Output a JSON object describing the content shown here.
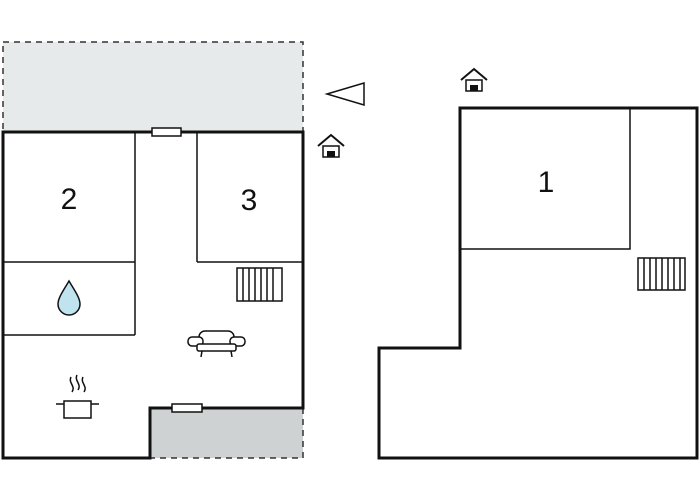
{
  "floor_plan": {
    "rooms": [
      {
        "id": "room-2",
        "label": "2"
      },
      {
        "id": "room-3",
        "label": "3"
      },
      {
        "id": "room-1",
        "label": "1"
      }
    ],
    "icons": [
      "terrace-area",
      "direction-arrow-icon",
      "entrance-house-icon",
      "window-icon",
      "radiator-icon",
      "bathroom-water-drop-icon",
      "sofa-icon",
      "kitchen-pot-icon"
    ],
    "colors": {
      "wall": "#111111",
      "terrace": "#e7eaea",
      "balcony": "#ced2d3",
      "water_drop": "#bfe3ef",
      "window": "#ffffff"
    }
  }
}
